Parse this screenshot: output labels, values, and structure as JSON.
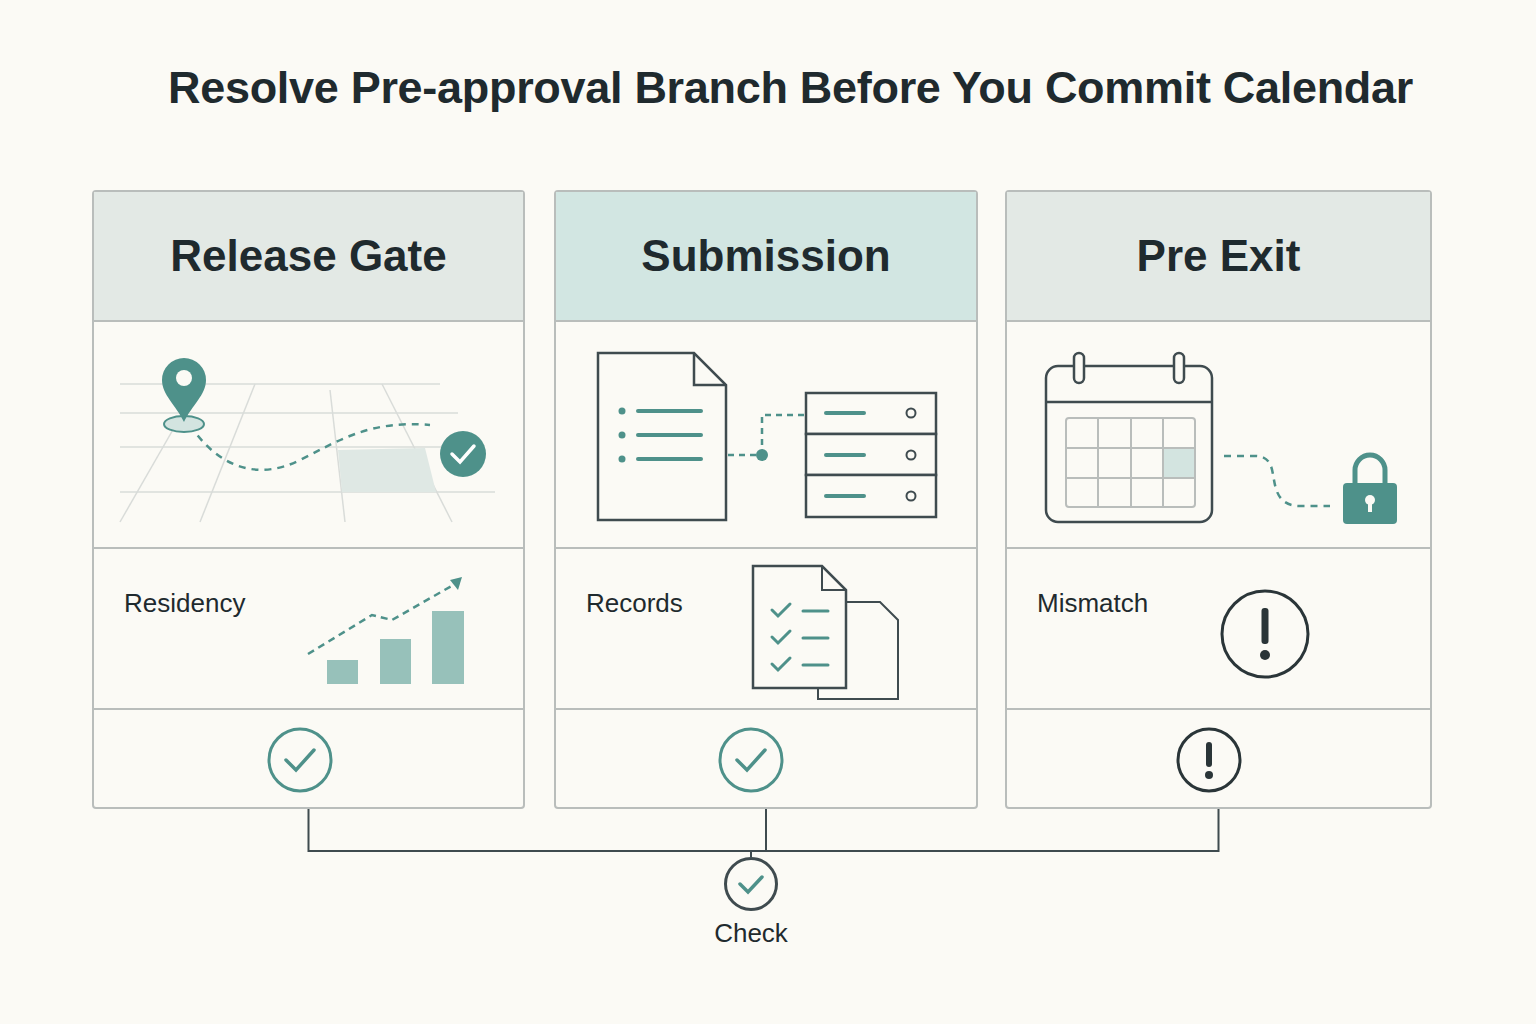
{
  "diagram": {
    "title": "Resolve Pre-approval Branch Before You Commit Calendar",
    "nodes": [
      {
        "text": [
          "Release Gate",
          "Residency"
        ]
      },
      {
        "text": [
          "Submission",
          "Records"
        ]
      },
      {
        "text": [
          "Pre Exit",
          "Mismatch"
        ]
      },
      {
        "text": [
          "Check"
        ]
      }
    ],
    "edges": [
      {
        "from": 0,
        "to": 3,
        "arrow": "none"
      },
      {
        "from": 1,
        "to": 3,
        "arrow": "none"
      },
      {
        "from": 2,
        "to": 3,
        "arrow": "none"
      }
    ]
  }
}
